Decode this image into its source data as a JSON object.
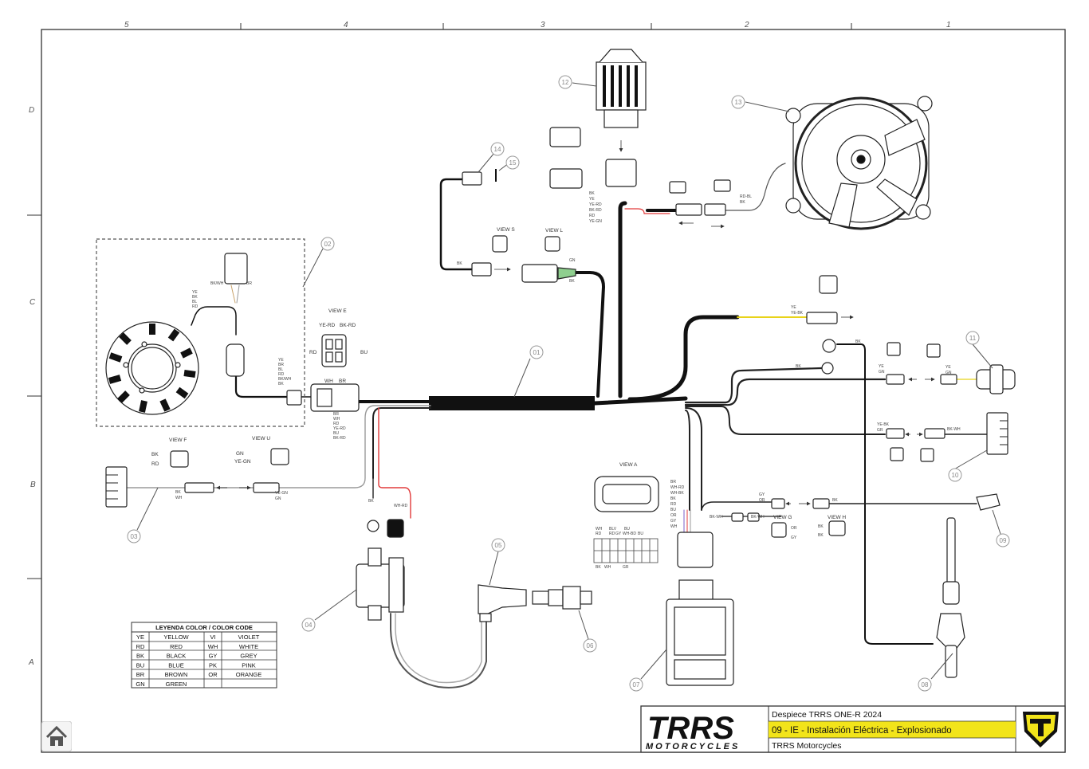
{
  "frame": {
    "columns": [
      "5",
      "4",
      "3",
      "2",
      "1"
    ],
    "rows": [
      "D",
      "C",
      "B",
      "A"
    ]
  },
  "callouts": [
    "01",
    "02",
    "03",
    "04",
    "05",
    "06",
    "07",
    "08",
    "09",
    "10",
    "11",
    "12",
    "13",
    "14",
    "15"
  ],
  "views": {
    "e": "VIEW E",
    "f": "VIEW F",
    "u": "VIEW U",
    "a": "VIEW A",
    "g": "VIEW G",
    "h": "VIEW H",
    "s": "VIEW S",
    "l": "VIEW L"
  },
  "wire_labels": {
    "stator_top_left": "BK/WH",
    "stator_top_right": "BR",
    "stator_side": [
      "YE",
      "BK",
      "BL",
      "RD"
    ],
    "stator_conn": [
      "YE",
      "BR",
      "BL",
      "RD",
      "BK/WH",
      "BK"
    ],
    "view_e_top": [
      "YE-RD",
      "BK-RD"
    ],
    "view_e_left": "RD",
    "view_e_right": "BU",
    "view_e_bottom": [
      "WH",
      "BR"
    ],
    "main_conn": [
      "BR",
      "WH",
      "RD",
      "YE-RD",
      "BU",
      "BK-RD"
    ],
    "view_f": [
      "BK",
      "RD"
    ],
    "view_u": [
      "GN",
      "YE-GN"
    ],
    "left_wire": [
      "BK",
      "WH"
    ],
    "left_wire2": [
      "YE-GN",
      "GN"
    ],
    "regulator_out": [
      "BK",
      "YE",
      "YE-RD",
      "BK-RD",
      "RD",
      "YE-GN"
    ],
    "fan_wire": [
      "RD-BL",
      "BK"
    ],
    "sensor_wire": "BK",
    "gn": "GN",
    "bk": "BK",
    "ye_line": [
      "YE",
      "YE-BK"
    ],
    "ring_bk": "BK",
    "ring_bk2": "BK",
    "ye_gn": [
      "YE",
      "GN"
    ],
    "ye_gn2": [
      "YE",
      "GN"
    ],
    "ye_bk_gr": [
      "YE-BK",
      "GR"
    ],
    "bk_wh": "BK-WH",
    "coil_bk": "BK",
    "coil_wh_rd": "WH-RD",
    "ecu_conn": [
      "BR",
      "WH-RD",
      "WH-BK",
      "BK",
      "RD",
      "BU",
      "OR",
      "GY",
      "WH"
    ],
    "gy_or": [
      "GY",
      "OR"
    ],
    "bk_right": "BK",
    "bk_wh_a": "BK-WH",
    "bk_wh_b": "BK-WH",
    "view_g": [
      "OR",
      "GY"
    ],
    "view_h": [
      "BK",
      "BK"
    ],
    "pin_top": [
      "WH",
      "RD",
      "BLV",
      "RD",
      "GY",
      "BU",
      "WH-BD",
      "BU"
    ],
    "pin_bottom": [
      "BK",
      "WH",
      "GR"
    ]
  },
  "legend": {
    "title": "LEYENDA COLOR / COLOR CODE",
    "rows": [
      [
        "YE",
        "YELLOW",
        "VI",
        "VIOLET"
      ],
      [
        "RD",
        "RED",
        "WH",
        "WHITE"
      ],
      [
        "BK",
        "BLACK",
        "GY",
        "GREY"
      ],
      [
        "BU",
        "BLUE",
        "PK",
        "PINK"
      ],
      [
        "BR",
        "BROWN",
        "OR",
        "ORANGE"
      ],
      [
        "GN",
        "GREEN",
        "",
        ""
      ]
    ]
  },
  "title_block": {
    "brand": "TRRS",
    "brand_sub": "MOTORCYCLES",
    "line1": "Despiece TRRS ONE-R 2024",
    "line2": "09 - IE - Instalación Eléctrica - Explosionado",
    "line3": "TRRS Motorcycles"
  },
  "colors": {
    "highlight": "#f2e41a",
    "harness": "#111111",
    "wire_red": "#e23b3b",
    "wire_yellow": "#e8d31a",
    "wire_grey": "#9a9a9a",
    "frame": "#333333",
    "home_icon": "#555555"
  },
  "home": {
    "icon": "home-icon"
  }
}
